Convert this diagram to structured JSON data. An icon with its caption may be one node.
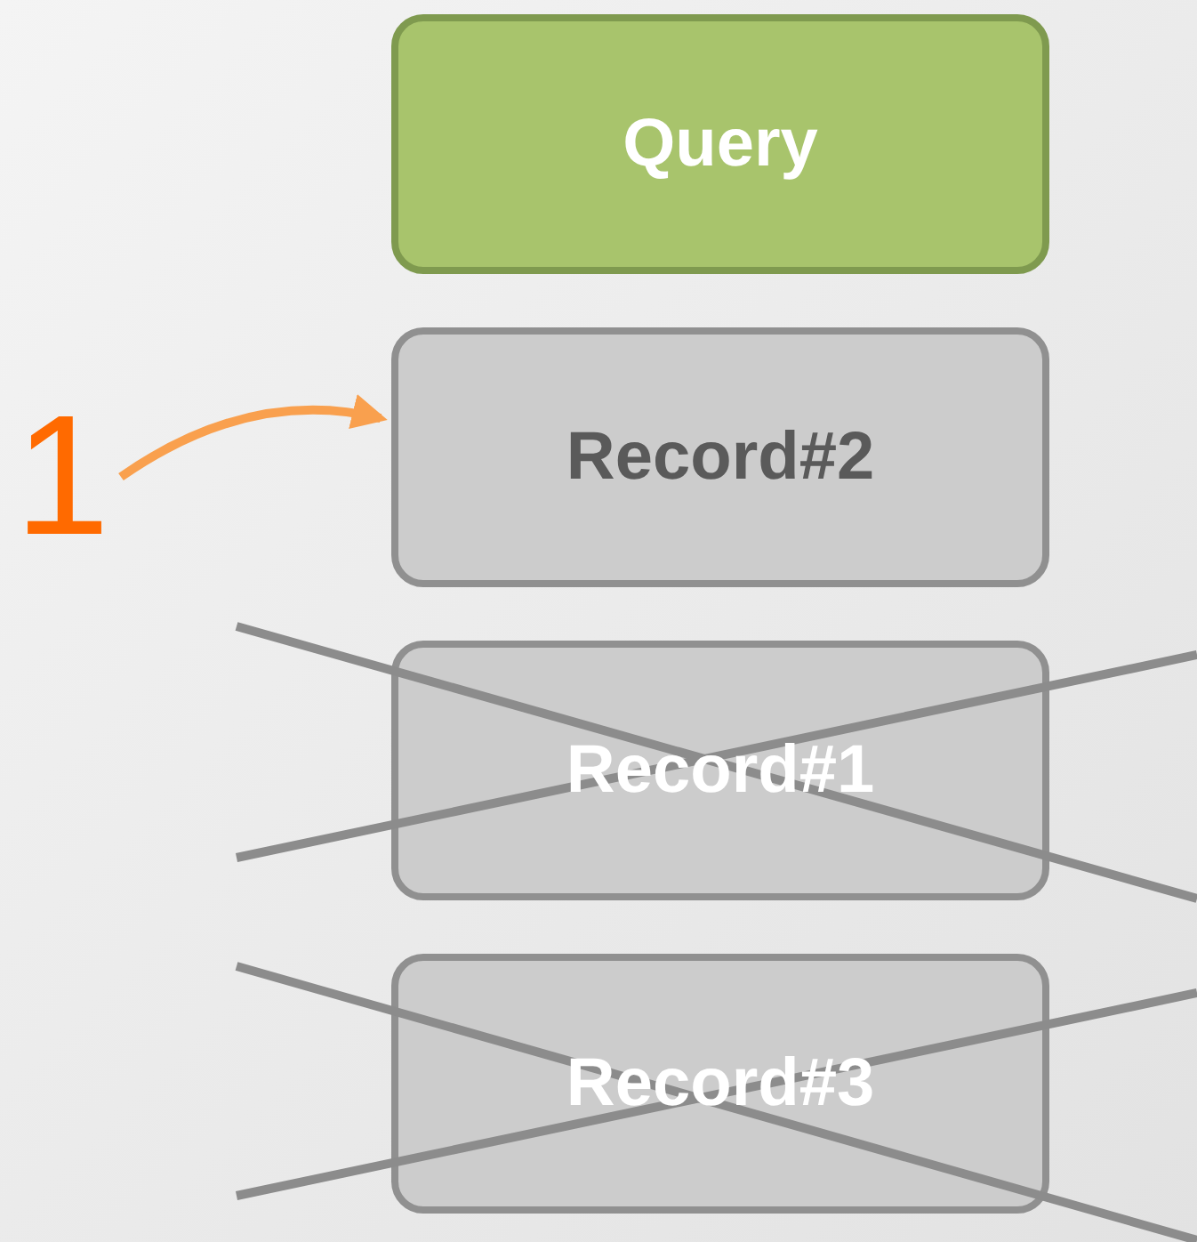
{
  "diagram": {
    "nodes": [
      {
        "text": [
          "Query"
        ]
      },
      {
        "text": [
          "Record#2"
        ]
      },
      {
        "text": [
          "Record#1"
        ]
      },
      {
        "text": [
          "Record#3"
        ]
      },
      {
        "text": [
          "1"
        ]
      }
    ],
    "edges": [
      {
        "from": 4,
        "to": 1,
        "arrow": "to"
      }
    ]
  }
}
